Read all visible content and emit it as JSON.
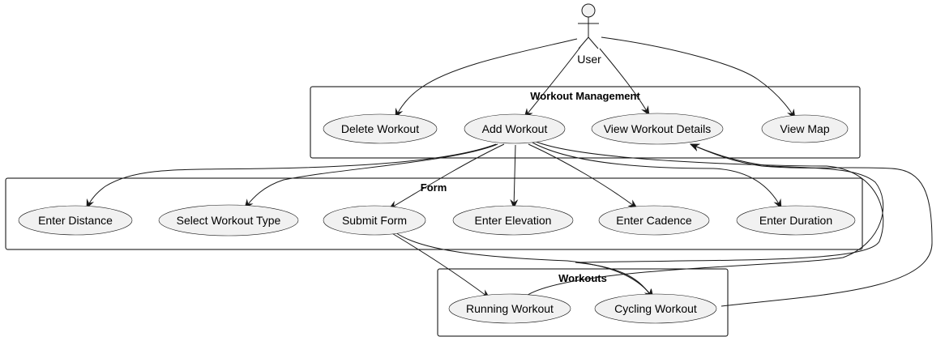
{
  "actor": {
    "label": "User"
  },
  "packages": {
    "management": {
      "title": "Workout Management"
    },
    "form": {
      "title": "Form"
    },
    "workouts": {
      "title": "Workouts"
    }
  },
  "use_cases": {
    "delete_workout": "Delete Workout",
    "add_workout": "Add Workout",
    "view_workout_details": "View Workout Details",
    "view_map": "View Map",
    "enter_distance": "Enter Distance",
    "select_workout_type": "Select Workout Type",
    "submit_form": "Submit Form",
    "enter_elevation": "Enter Elevation",
    "enter_cadence": "Enter Cadence",
    "enter_duration": "Enter Duration",
    "running_workout": "Running Workout",
    "cycling_workout": "Cycling Workout"
  },
  "colors": {
    "use_case_fill": "#f1f1f1",
    "stroke": "#181818",
    "background": "#ffffff"
  }
}
